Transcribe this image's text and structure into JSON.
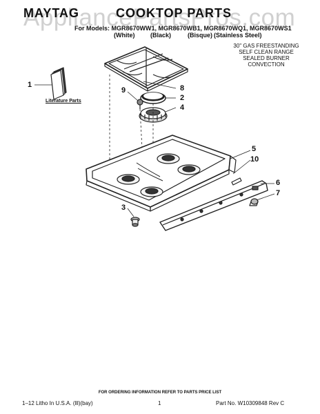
{
  "header": {
    "brand": "MAYTAG",
    "title": "COOKTOP PARTS",
    "watermark": "AppliancePartsPros.com",
    "models_line": "For Models: MGR8670WW1, MGR8670WB1, MGR8670WQ1, MGR8670WS1",
    "colors": [
      "(White)",
      "(Black)",
      "(Bisque)",
      "(Stainless Steel)"
    ]
  },
  "description": [
    "30\" GAS FREESTANDING",
    "SELF CLEAN RANGE",
    "SEALED BURNER",
    "CONVECTION"
  ],
  "literature_label": "Literature Parts",
  "callouts": [
    "1",
    "2",
    "3",
    "4",
    "5",
    "6",
    "7",
    "8",
    "9",
    "10"
  ],
  "footer": {
    "note": "FOR ORDERING INFORMATION REFER TO PARTS PRICE LIST",
    "left": "1–12 Litho In U.S.A. (lll)(bay)",
    "center": "1",
    "right": "Part No. W10309848 Rev C"
  }
}
